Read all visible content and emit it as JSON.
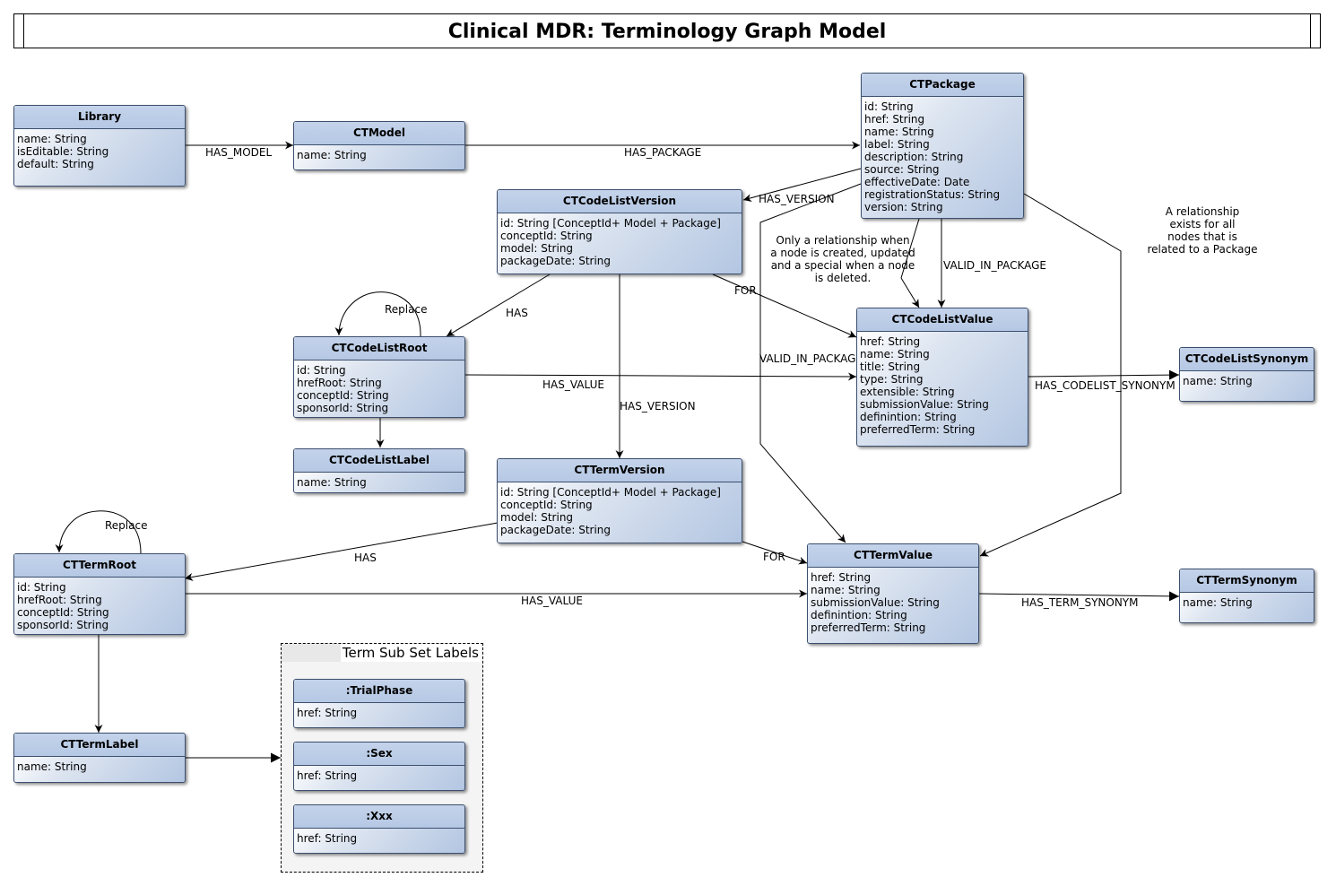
{
  "title": "Clinical MDR: Terminology Graph Model",
  "nodes": {
    "library": {
      "name": "Library",
      "attrs": [
        "name: String",
        "isEditable: String",
        "default: String"
      ]
    },
    "ctmodel": {
      "name": "CTModel",
      "attrs": [
        "name: String"
      ]
    },
    "ctpackage": {
      "name": "CTPackage",
      "attrs": [
        "id: String",
        "href: String",
        "name: String",
        "label: String",
        "description: String",
        "source: String",
        "effectiveDate: Date",
        "registrationStatus: String",
        "version: String"
      ]
    },
    "ctcodelistversion": {
      "name": "CTCodeListVersion",
      "attrs": [
        "id: String [ConceptId+ Model + Package]",
        "conceptId: String",
        "model: String",
        "packageDate: String"
      ]
    },
    "ctcodelistroot": {
      "name": "CTCodeListRoot",
      "attrs": [
        "id: String",
        "hrefRoot: String",
        "conceptId: String",
        "sponsorId: String"
      ]
    },
    "ctcodelistlabel": {
      "name": "CTCodeListLabel",
      "attrs": [
        "name: String"
      ]
    },
    "ctcodelistvalue": {
      "name": "CTCodeListValue",
      "attrs": [
        "href: String",
        "name: String",
        "title: String",
        "type: String",
        "extensible: String",
        "submissionValue: String",
        "definintion: String",
        "preferredTerm: String"
      ]
    },
    "ctcodelistsynonym": {
      "name": "CTCodeListSynonym",
      "attrs": [
        "name: String"
      ]
    },
    "cttermversion": {
      "name": "CTTermVersion",
      "attrs": [
        "id: String [ConceptId+ Model + Package]",
        "conceptId: String",
        "model: String",
        "packageDate: String"
      ]
    },
    "cttermroot": {
      "name": "CTTermRoot",
      "attrs": [
        "id: String",
        "hrefRoot: String",
        "conceptId: String",
        "sponsorId: String"
      ]
    },
    "cttermvalue": {
      "name": "CTTermValue",
      "attrs": [
        "href: String",
        "name: String",
        "submissionValue: String",
        "definintion: String",
        "preferredTerm: String"
      ]
    },
    "cttermsynonym": {
      "name": "CTTermSynonym",
      "attrs": [
        "name: String"
      ]
    },
    "cttermlabel": {
      "name": "CTTermLabel",
      "attrs": [
        "name: String"
      ]
    },
    "trialphase": {
      "name": ":TrialPhase",
      "attrs": [
        "href: String"
      ]
    },
    "sex": {
      "name": ":Sex",
      "attrs": [
        "href: String"
      ]
    },
    "xxx": {
      "name": ":Xxx",
      "attrs": [
        "href: String"
      ]
    }
  },
  "group_title": "Term Sub Set Labels",
  "edges": {
    "has_model": "HAS_MODEL",
    "has_package": "HAS_PACKAGE",
    "has_version_pkg": "HAS_VERSION",
    "valid_in_package_1": "VALID_IN_PACKAGE",
    "valid_in_package_2": "VALID_IN_PACKAGE",
    "for_codelist": "FOR",
    "has_codelist": "HAS",
    "replace_codelist": "Replace",
    "has_value_codelist": "HAS_VALUE",
    "has_version_term": "HAS_VERSION",
    "has_codelist_synonym": "HAS_CODELIST_SYNONYM",
    "replace_term": "Replace",
    "has_term": "HAS",
    "for_term": "FOR",
    "has_value_term": "HAS_VALUE",
    "has_term_synonym": "HAS_TERM_SYNONYM"
  },
  "notes": {
    "created_updated": [
      "Only a relationship when",
      "a node is created, updated",
      "and a special when a  node",
      "is deleted."
    ],
    "package_rel": [
      "A relationship",
      "exists for all",
      "nodes that is",
      "related to a Package"
    ]
  }
}
